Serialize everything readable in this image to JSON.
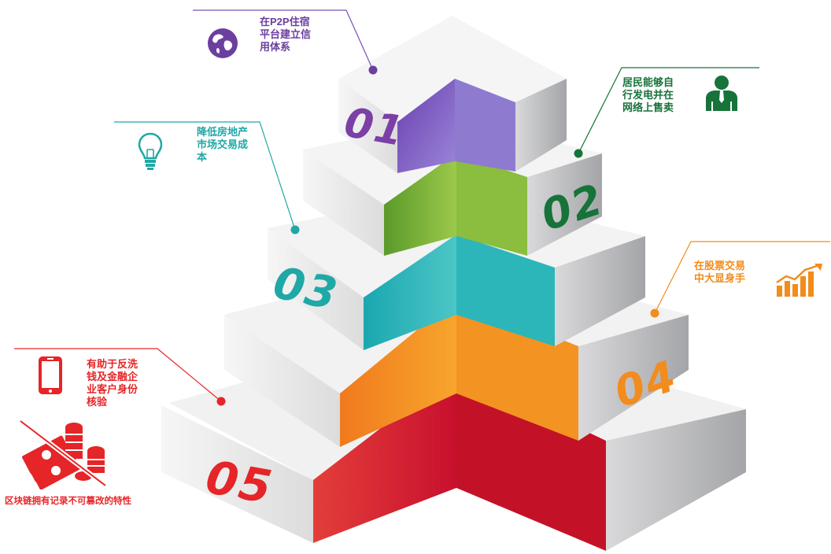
{
  "steps": [
    {
      "number": "01",
      "color": "#7b51b1",
      "lines": [
        "在P2P住宿",
        "平台建立信",
        "用体系"
      ],
      "icon": "globe-icon"
    },
    {
      "number": "02",
      "color": "#17733a",
      "lines": [
        "居民能够自",
        "行发电并在",
        "网络上售卖"
      ],
      "icon": "person-icon"
    },
    {
      "number": "03",
      "color": "#1fa8a6",
      "lines": [
        "降低房地产",
        "市场交易成",
        "本"
      ],
      "icon": "lightbulb-icon"
    },
    {
      "number": "04",
      "color": "#f28c1c",
      "lines": [
        "在股票交易",
        "中大显身手"
      ],
      "icon": "growth-chart-icon"
    },
    {
      "number": "05",
      "color": "#e52528",
      "lines": [
        "有助于反洗",
        "钱及金融企",
        "业客户身份",
        "核验"
      ],
      "icon": "smartphone-icon"
    }
  ],
  "bottom_caption": "区块链拥有记录不可篡改的特性",
  "bottom_icon": "crossed-money-icon"
}
